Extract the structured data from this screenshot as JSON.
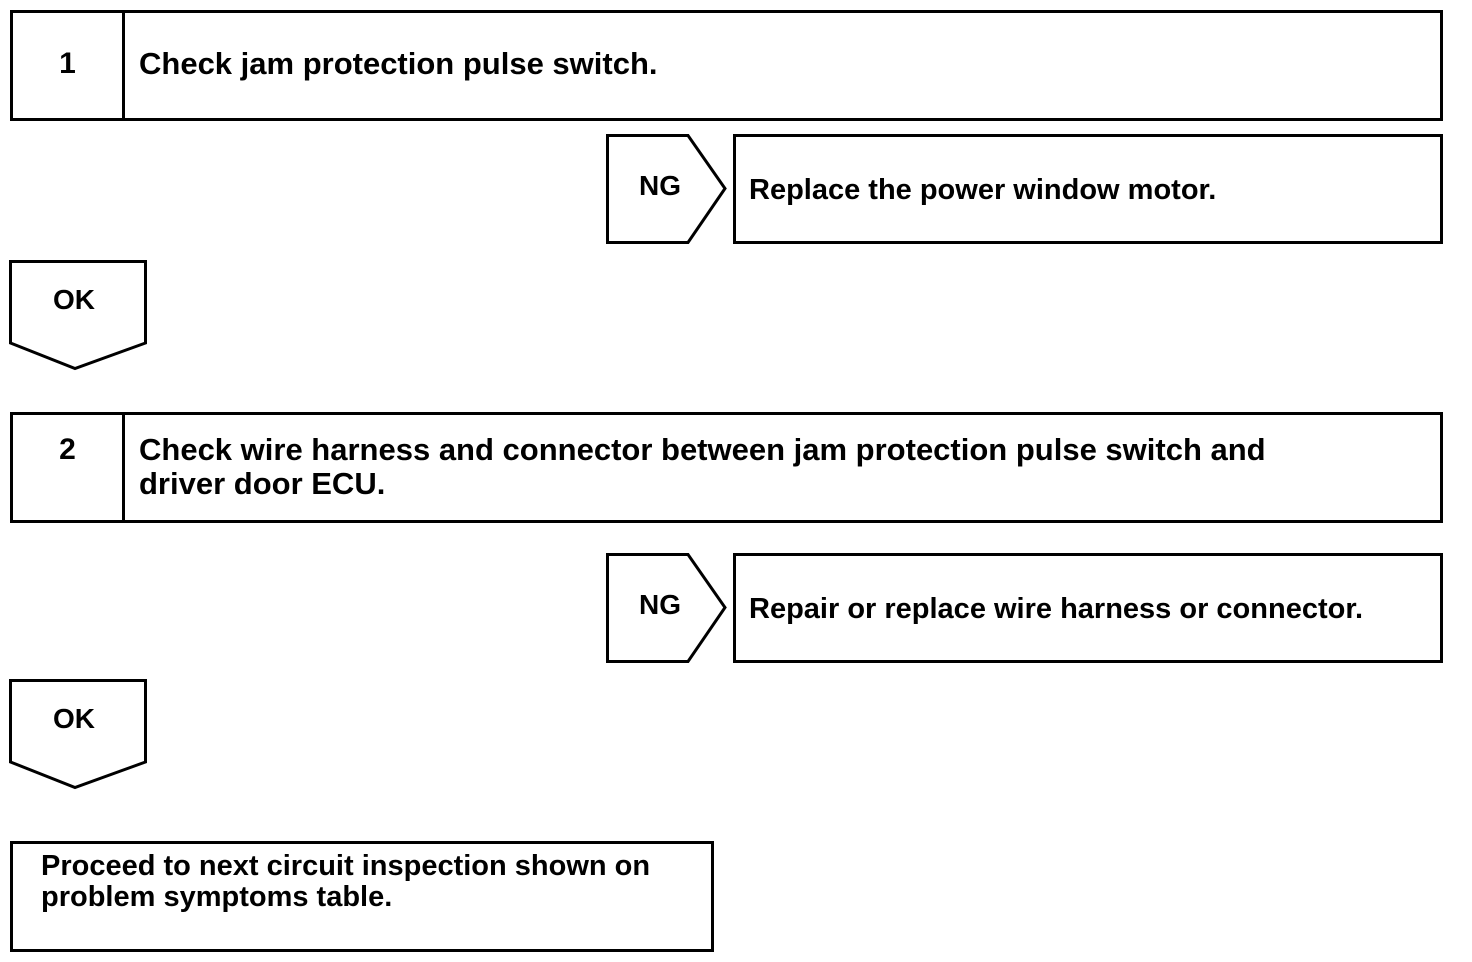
{
  "steps": [
    {
      "number": "1",
      "text": "Check jam protection pulse switch."
    },
    {
      "number": "2",
      "text": "Check wire harness and connector between jam protection pulse switch and\ndriver door ECU."
    }
  ],
  "ng_branches": [
    {
      "label": "NG",
      "result": "Replace the power window motor."
    },
    {
      "label": "NG",
      "result": "Repair or replace wire harness or connector."
    }
  ],
  "ok_labels": [
    "OK",
    "OK"
  ],
  "final": {
    "text": "Proceed to next circuit inspection shown on\nproblem symptoms table."
  }
}
